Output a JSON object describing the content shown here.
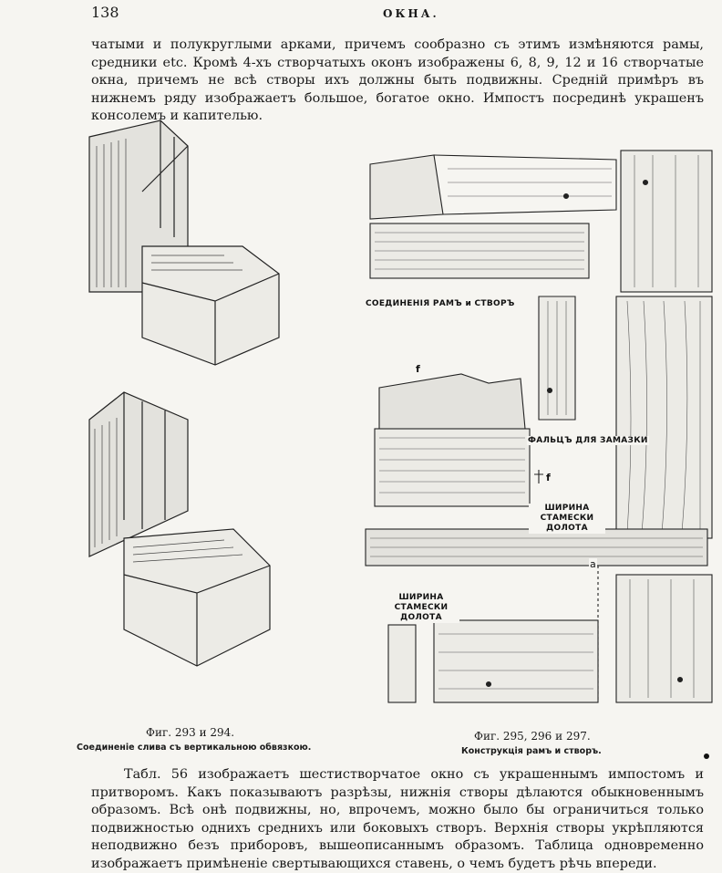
{
  "header": {
    "page_number": "138",
    "running_title": "ОКНА."
  },
  "paragraph_top": "чатыми и полукруглыми арками, причемъ сообразно съ этимъ измѣняются рамы, средники etc. Кромѣ 4-хъ створчатыхъ оконъ изображены 6, 8, 9, 12 и 16 створчатые окна, причемъ не всѣ створы ихъ должны быть подвижны. Средній примѣръ въ нижнемъ ряду изображаетъ большое, богатое окно. Импостъ посрединѣ украшенъ консолемъ и капителью.",
  "figure_labels": {
    "joints": "СОЕДИНЕНІЯ РАМЪ и СТВОРЪ",
    "putty_rebate": "ФАЛЬЦЪ ДЛЯ ЗАМАЗКИ",
    "chisel_width_right": "ШИРИНА СТАМЕСКИ ДОЛОТА",
    "chisel_width_lower": "ШИРИНА СТАМЕСКИ ДОЛОТА",
    "f1": "f",
    "f2": "f",
    "a": "a"
  },
  "captions": {
    "left_number": "Фиг. 293 и 294.",
    "left_text": "Соединеніе слива съ вертикальною обвязкою.",
    "right_number": "Фиг. 295, 296 и 297.",
    "right_text": "Конструкція рамъ и створъ."
  },
  "paragraph_bottom": "Табл. 56 изображаетъ шестистворчатое окно съ украшеннымъ импостомъ и притворомъ. Какъ показываютъ разрѣзы, нижнія створы дѣлаются обыкновеннымъ образомъ. Всѣ онѣ подвижны, но, впрочемъ, можно было бы ограничиться только подвижностью однихъ среднихъ или боковыхъ створъ. Верхнія створы укрѣпляются неподвижно безъ приборовъ, вышеописаннымъ образомъ. Таблица одновременно изображаетъ примѣненіе свертывающихся ставень, о чемъ будетъ рѣчь впереди."
}
